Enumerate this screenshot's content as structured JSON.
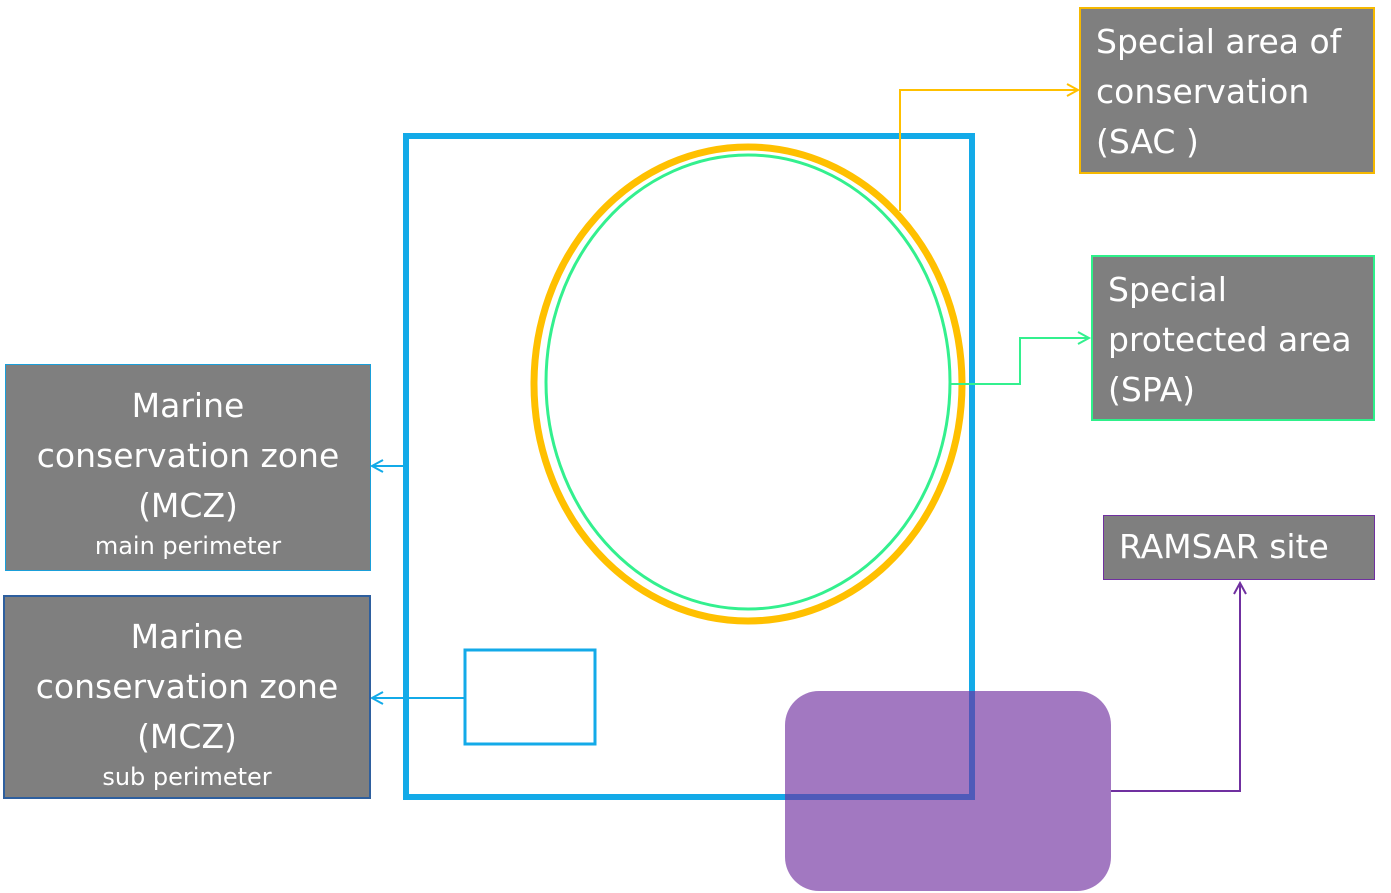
{
  "labels": {
    "mcz_main": {
      "line1": "Marine",
      "line2": "conservation zone",
      "line3": "(MCZ)",
      "sub": "main perimeter"
    },
    "mcz_sub": {
      "line1": "Marine",
      "line2": "conservation zone",
      "line3": "(MCZ)",
      "sub": "sub perimeter"
    },
    "sac": {
      "line1": "Special area of",
      "line2": "conservation",
      "line3": "(SAC )"
    },
    "spa": {
      "line1": "Special",
      "line2": "protected area",
      "line3": "(SPA)"
    },
    "ramsar": {
      "line1": "RAMSAR site"
    }
  },
  "colors": {
    "mcz": "#13aae8",
    "sac": "#ffc000",
    "spa": "#33f08e",
    "ramsar": "#7030a0",
    "ramsar_fill": "#9e74bd",
    "label_bg": "#7f7f7f"
  }
}
